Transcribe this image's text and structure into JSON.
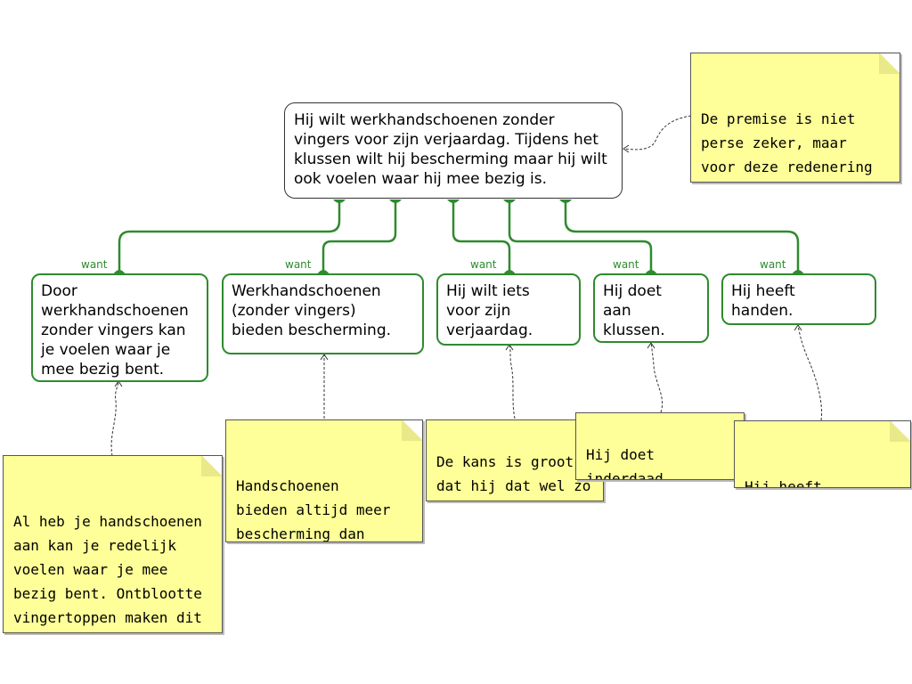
{
  "claim": "Hij wilt werkhandschoenen zonder\nvingers voor zijn verjaardag. Tijdens het\nklussen wilt hij bescherming maar hij wilt\nook voelen waar hij mee bezig is.",
  "claim_note": "De premise is niet\nperse zeker, maar\nvoor deze redenering\nis daar wel van uit\ngegaan.",
  "want_label": "want",
  "reasons": [
    {
      "text": "Door\nwerkhandschoenen\nzonder vingers kan\nje voelen waar je\nmee bezig bent.",
      "want": "want"
    },
    {
      "text": "Werkhandschoenen\n(zonder vingers)\nbieden bescherming.",
      "want": "want"
    },
    {
      "text": "Hij wilt iets\nvoor zijn\nverjaardag.",
      "want": "want"
    },
    {
      "text": "Hij doet\naan\nklussen.",
      "want": "want"
    },
    {
      "text": "Hij heeft\nhanden.",
      "want": "want"
    }
  ],
  "notes": [
    "Al heb je handschoenen\naan kan je redelijk\nvoelen waar je mee\nbezig bent. Ontblootte\nvingertoppen maken dit\neffect alleen maar\nmeer.",
    "Handschoenen\nbieden altijd meer\nbescherming dan\ngeen handschoenen.",
    "De kans is groot\ndat hij dat wel zo\nwillen.",
    "Hij doet inderdaad\naan klussen.",
    "Hij heeft\ninderdaad handen."
  ],
  "colors": {
    "link": "#2e8b2e",
    "note_bg": "#ffff99"
  }
}
